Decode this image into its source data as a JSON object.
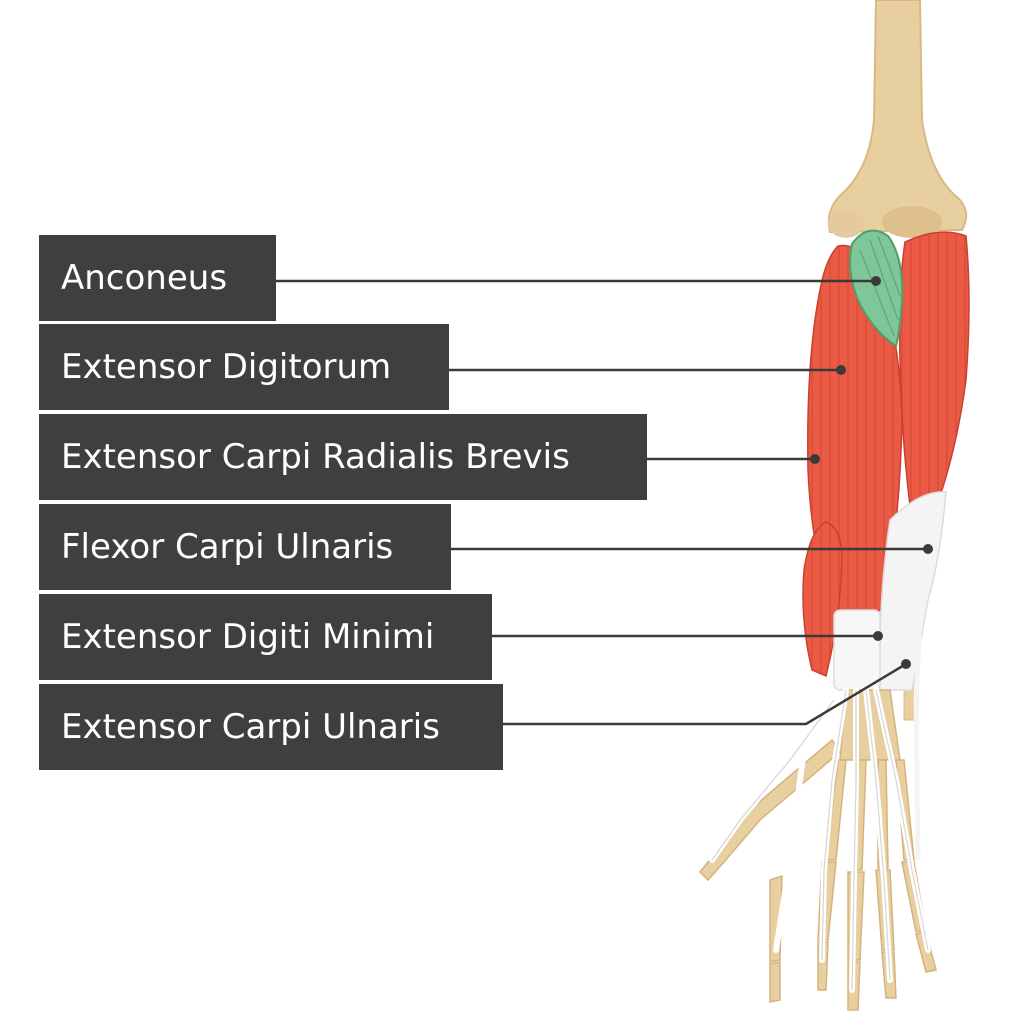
{
  "labels": [
    "Anconeus",
    "Extensor Digitorum",
    "Extensor Carpi Radialis Brevis",
    "Flexor Carpi Ulnaris",
    "Extensor Digiti Minimi",
    "Extensor Carpi Ulnaris"
  ],
  "colors": {
    "label_background": "#3f3f3f",
    "label_text": "#ffffff",
    "leader_line": "#3a3a3a",
    "bone": "#e8cf9f",
    "muscle": "#ea5a44",
    "highlighted_muscle": "#7fc79a",
    "tendon": "#f4f4f4"
  }
}
